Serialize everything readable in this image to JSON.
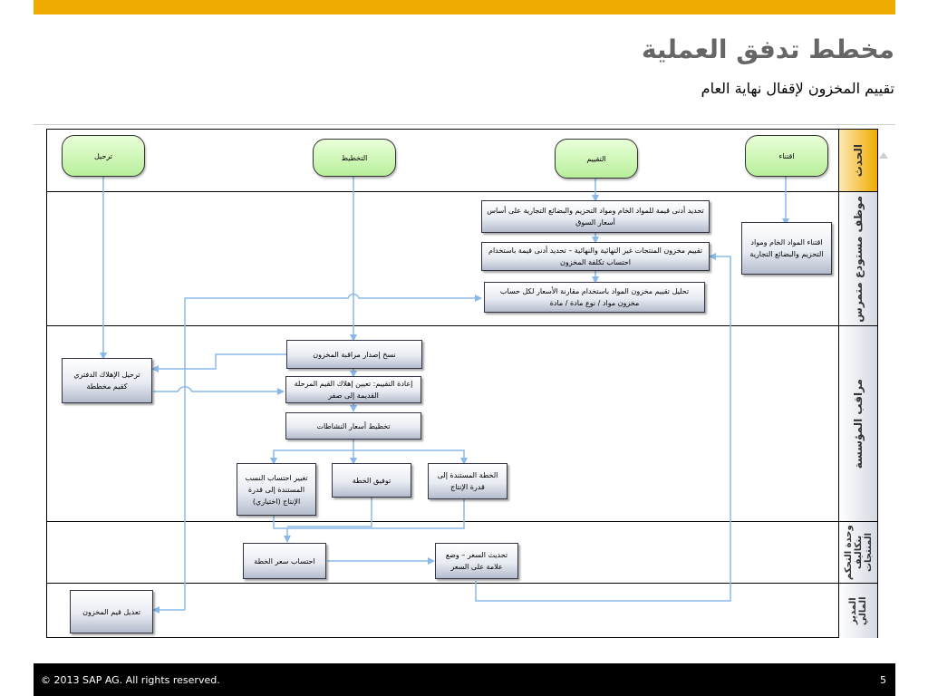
{
  "header": {
    "title": "مخطط تدفق العملية",
    "subtitle": "تقييم المخزون لإقفال نهاية العام"
  },
  "lanes": [
    {
      "label": "الحدث"
    },
    {
      "label": "موظف مستودع متمرس"
    },
    {
      "label": "مراقب المؤسسة"
    },
    {
      "label": "وحدة التحكم بتكاليف المنتجات"
    },
    {
      "label": "المدير المالي"
    }
  ],
  "events": {
    "acquisition": "اقتناء",
    "valuation": "التقييم",
    "planning": "التخطيط",
    "posting": "ترحيل"
  },
  "steps": {
    "acquire_materials": "اقتناء المواد الخام ومواد التحزيم والبضائع التجارية",
    "lowest_value": "تحديد أدنى قيمة للمواد الخام ومواد التحزيم والبضائع التجارية على أساس أسعار السوق",
    "value_products": "تقييم مخزون المنتجات غير النهائية والنهائية – تحديد أدنى قيمة باستخدام احتساب تكلفة المخزون",
    "analyze_valuation": "تحليل تقييم مخزون المواد باستخدام مقارنة الأسعار لكل حساب مخزون مواد / نوع مادة / مادة",
    "copy_stock": "نسخ إصدار مراقبة المخزون",
    "post_depreciation": "ترحيل الإهلاك الدفتري كقيم مخططة",
    "revaluation": "إعادة التقييم: تعيين إهلاك القيم المرحلة القديمة إلى صفر",
    "plan_activity_prices": "تخطيط أسعار النشاطات",
    "change_ratios": "تغيير احتساب النسب المستندة إلى قدرة الإنتاج (اختياري)",
    "plan_agreement": "توفيق الخطة",
    "capacity_plan": "الخطة المستندة إلى قدرة الإنتاج",
    "plan_price_calc": "احتساب سعر الخطة",
    "update_price": "تحديث السعر – وضع علامة على السعر",
    "adjust_stock": "تعديل قيم المخزون"
  },
  "footer": {
    "copyright": "© 2013 SAP AG. All rights reserved.",
    "page": "5"
  },
  "colors": {
    "accent_bar": "#f0ab00",
    "event_fill": "#c6f3a9",
    "connector": "#8ab8ea",
    "footer_bg": "#000000"
  }
}
